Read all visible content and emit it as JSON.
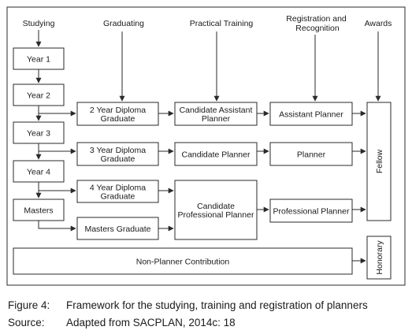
{
  "columns": {
    "studying": "Studying",
    "graduating": "Graduating",
    "practical_training": "Practical Training",
    "registration": [
      "Registration and",
      "Recognition"
    ],
    "awards": "Awards"
  },
  "boxes": {
    "year1": [
      "Year 1"
    ],
    "year2": [
      "Year 2"
    ],
    "year3": [
      "Year 3"
    ],
    "year4": [
      "Year 4"
    ],
    "masters": [
      "Masters"
    ],
    "diploma2": [
      "2 Year Diploma",
      "Graduate"
    ],
    "diploma3": [
      "3 Year Diploma",
      "Graduate"
    ],
    "diploma4": [
      "4 Year Diploma",
      "Graduate"
    ],
    "masters_graduate": [
      "Masters Graduate"
    ],
    "candidate_assistant_planner": [
      "Candidate Assistant",
      "Planner"
    ],
    "candidate_planner": [
      "Candidate Planner"
    ],
    "candidate_professional_planner": [
      "Candidate",
      "Professional Planner"
    ],
    "assistant_planner": [
      "Assistant Planner"
    ],
    "planner": [
      "Planner"
    ],
    "professional_planner": [
      "Professional Planner"
    ],
    "fellow": [
      "Fellow"
    ],
    "non_planner_contribution": [
      "Non-Planner Contribution"
    ],
    "honorary": [
      "Honorary"
    ]
  },
  "caption": {
    "figure_label": "Figure 4:",
    "figure_text": "Framework for the studying, training and registration of planners",
    "source_label": "Source:",
    "source_text": "Adapted from SACPLAN, 2014c: 18"
  }
}
